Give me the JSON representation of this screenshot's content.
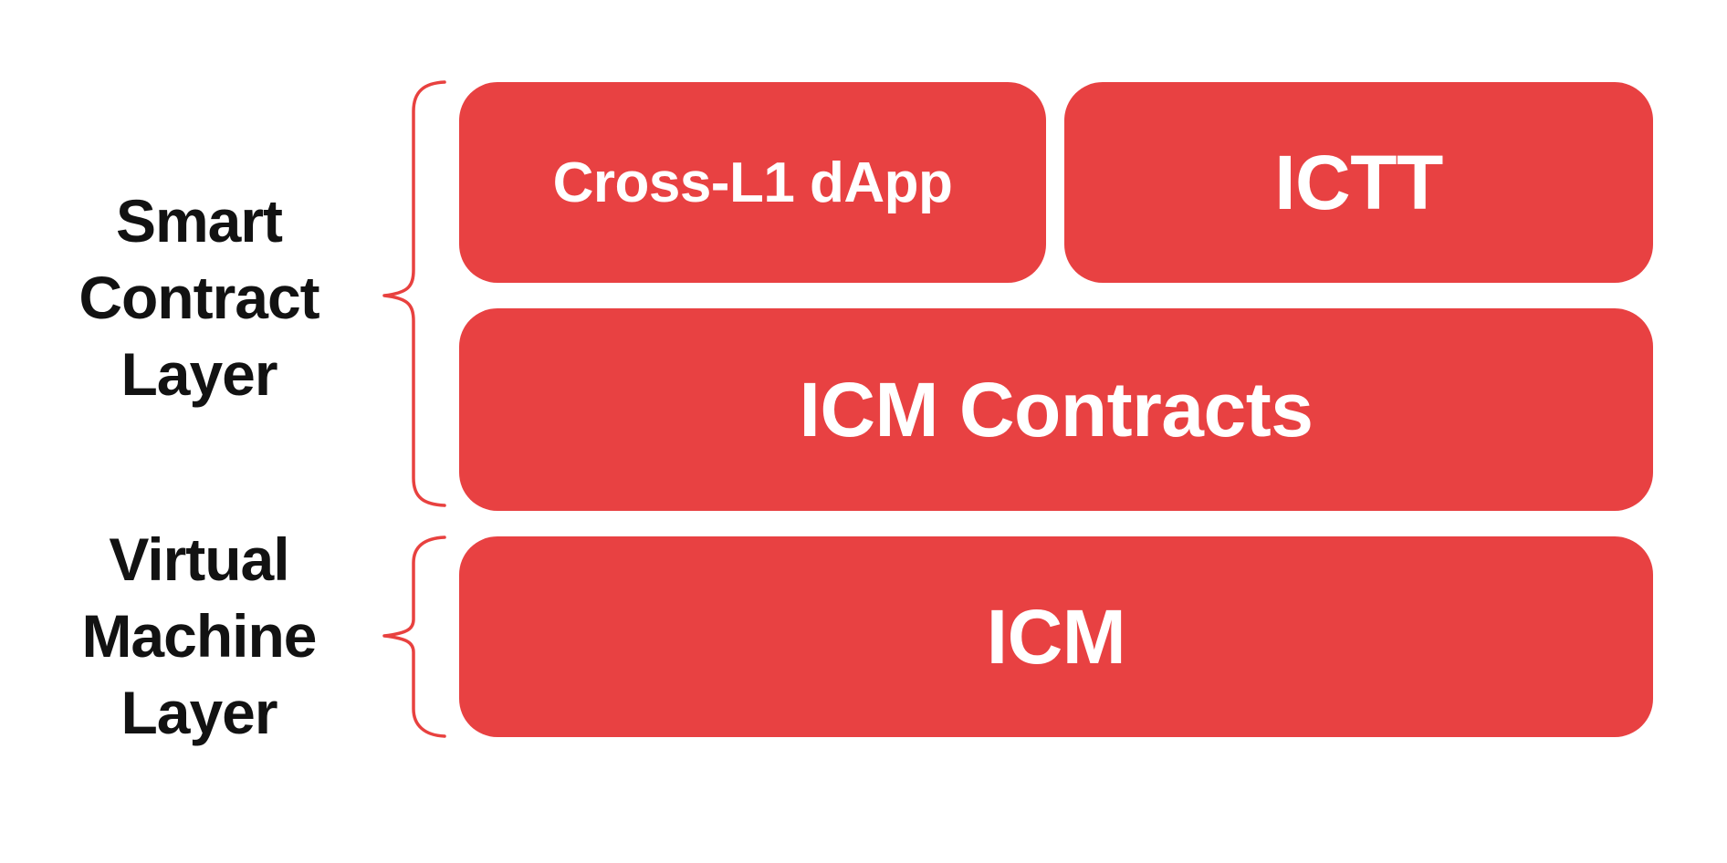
{
  "colors": {
    "background": "#FFFFFF",
    "box_red": "#E84142",
    "brace_red": "#E8413F",
    "label_ink": "#121212",
    "box_text": "#FFFFFF"
  },
  "labels": {
    "smart_contract": {
      "lines": [
        "Smart",
        "Contract",
        "Layer"
      ]
    },
    "virtual_machine": {
      "lines": [
        "Virtual",
        "Machine",
        "Layer"
      ]
    }
  },
  "boxes": {
    "cross_l1_dapp": {
      "label": "Cross-L1 dApp"
    },
    "ictt": {
      "label": "ICTT"
    },
    "icm_contracts": {
      "label": "ICM Contracts"
    },
    "icm": {
      "label": "ICM"
    }
  }
}
